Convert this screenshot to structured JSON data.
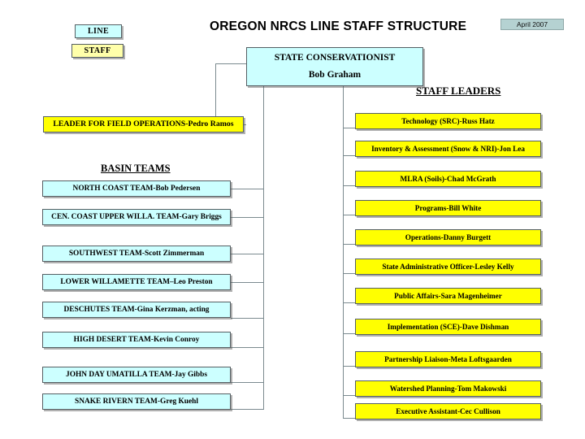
{
  "title": "OREGON  NRCS LINE STAFF STRUCTURE",
  "date_badge": "April 2007",
  "colors": {
    "line_fill": "#CCFFFF",
    "staff_fill": "#FFFF00",
    "legend_staff_fill": "#FFFFAA",
    "border": "#555F63",
    "connector": "#7B8A8F",
    "date_badge_fill": "#B5D2D2"
  },
  "legend": {
    "line_label": "LINE",
    "staff_label": "STAFF"
  },
  "root": {
    "title_line": "STATE CONSERVATIONIST",
    "name_line": "Bob Graham"
  },
  "field_operations": {
    "label": "LEADER FOR FIELD OPERATIONS-Pedro Ramos"
  },
  "basin": {
    "header": "BASIN TEAMS",
    "teams": [
      {
        "label": "NORTH COAST TEAM-Bob Pedersen"
      },
      {
        "label": "CEN. COAST UPPER WILLA. TEAM-Gary Briggs"
      },
      {
        "label": "SOUTHWEST TEAM-Scott Zimmerman"
      },
      {
        "label": "LOWER WILLAMETTE TEAM–Leo Preston"
      },
      {
        "label": "DESCHUTES TEAM-Gina Kerzman, acting"
      },
      {
        "label": "HIGH DESERT TEAM-Kevin Conroy"
      },
      {
        "label": "JOHN DAY UMATILLA TEAM-Jay Gibbs"
      },
      {
        "label": "SNAKE RIVERN TEAM-Greg Kuehl"
      }
    ]
  },
  "staff": {
    "header": "STAFF LEADERS",
    "leaders": [
      {
        "label": "Technology (SRC)-Russ Hatz"
      },
      {
        "label": "Inventory & Assessment (Snow & NRI)-Jon Lea"
      },
      {
        "label": "MLRA (Soils)-Chad McGrath"
      },
      {
        "label": "Programs-Bill White"
      },
      {
        "label": "Operations-Danny Burgett"
      },
      {
        "label": "State Administrative Officer-Lesley Kelly"
      },
      {
        "label": "Public Affairs-Sara Magenheimer"
      },
      {
        "label": "Implementation (SCE)-Dave Dishman"
      },
      {
        "label": "Partnership Liaison-Meta Loftsgaarden"
      },
      {
        "label": "Watershed Planning-Tom Makowski"
      },
      {
        "label": "Executive Assistant-Cec Cullison"
      }
    ]
  }
}
